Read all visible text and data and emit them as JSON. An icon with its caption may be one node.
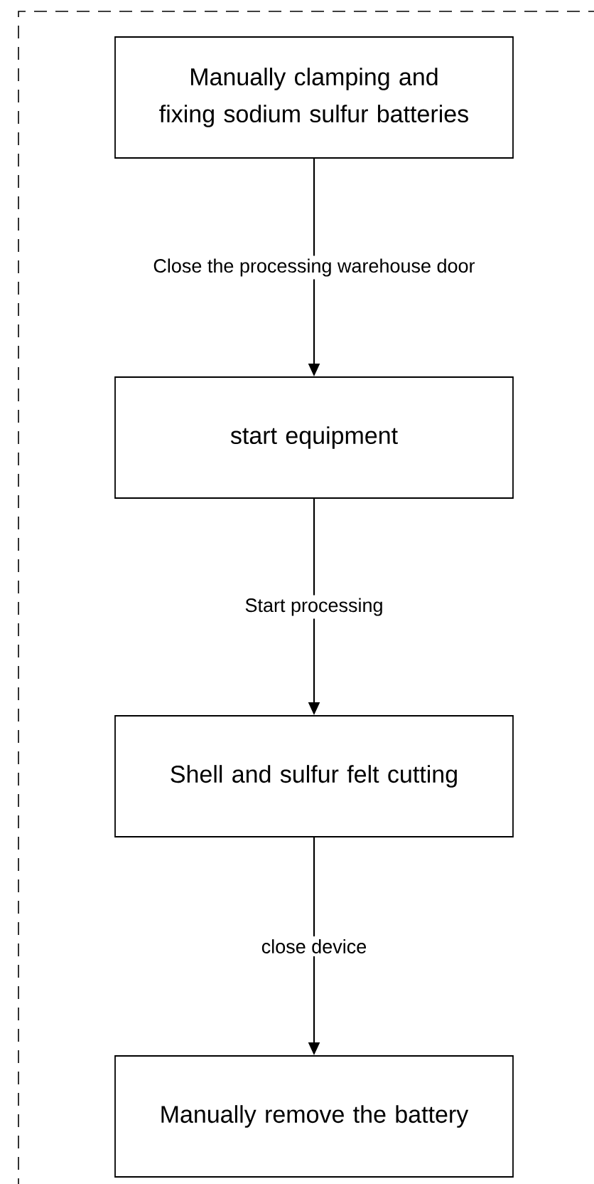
{
  "diagram": {
    "nodes": [
      {
        "text": [
          "Manually clamping and fixing sodium sulfur batteries"
        ]
      },
      {
        "text": [
          "start equipment"
        ]
      },
      {
        "text": [
          "Shell and sulfur felt cutting"
        ]
      },
      {
        "text": [
          "Manually remove the battery"
        ]
      }
    ],
    "edges": [
      {
        "from": 0,
        "to": 1,
        "arrow": "to",
        "label": "Close the processing warehouse door"
      },
      {
        "from": 1,
        "to": 2,
        "arrow": "to",
        "label": "Start processing"
      },
      {
        "from": 2,
        "to": 3,
        "arrow": "to",
        "label": "close device"
      }
    ]
  }
}
